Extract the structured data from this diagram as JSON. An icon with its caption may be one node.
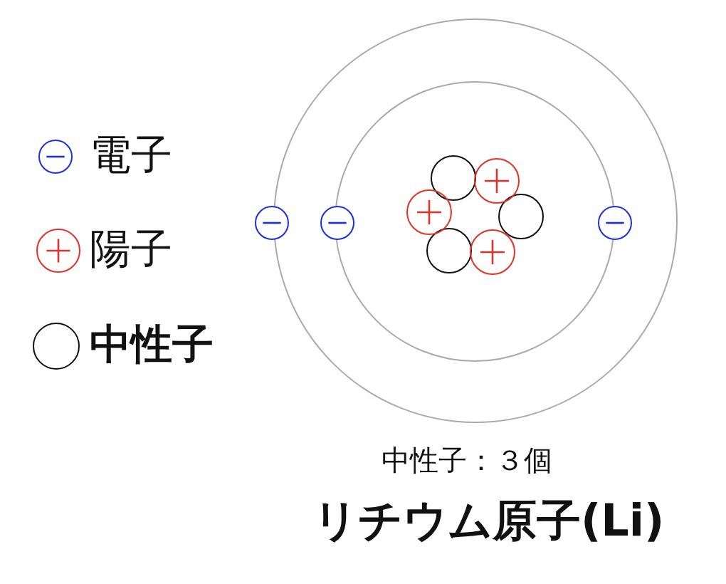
{
  "diagram": {
    "title": "リチウム原子(Li)",
    "labels": [
      "中性子：３個"
    ],
    "legend": [
      {
        "text": "電子"
      },
      {
        "text": "陽子"
      },
      {
        "text": "中性子"
      }
    ]
  }
}
